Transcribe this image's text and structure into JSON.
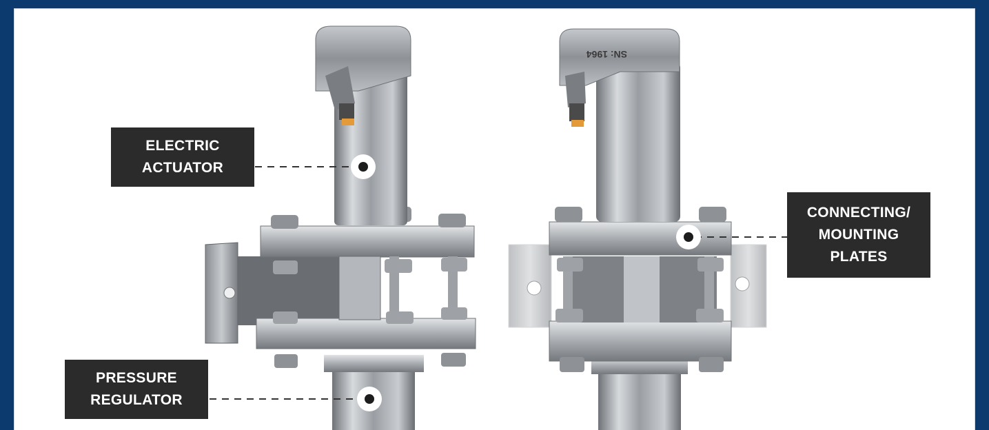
{
  "callouts": {
    "electric_actuator": [
      "ELECTRIC",
      "ACTUATOR"
    ],
    "pressure_regulator": [
      "PRESSURE",
      "REGULATOR"
    ],
    "mounting_plates": [
      "CONNECTING/",
      "MOUNTING",
      "PLATES"
    ]
  },
  "engraving": "SN: 1964",
  "colors": {
    "frame": "#0d3a6e",
    "callout_bg": "#2b2b2b",
    "callout_text": "#ffffff",
    "steel": "#a9adb2"
  }
}
